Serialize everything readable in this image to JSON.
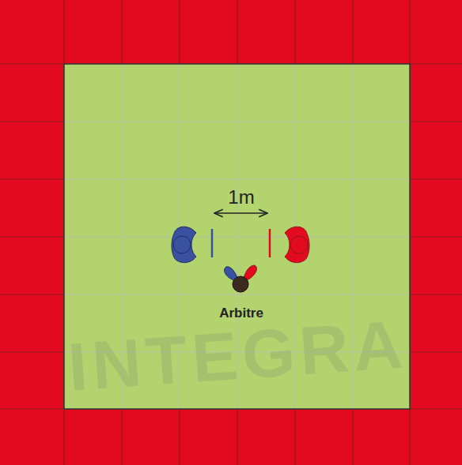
{
  "diagram": {
    "labels": [
      "1m",
      "Arbitre",
      "INTEGRA"
    ]
  }
}
